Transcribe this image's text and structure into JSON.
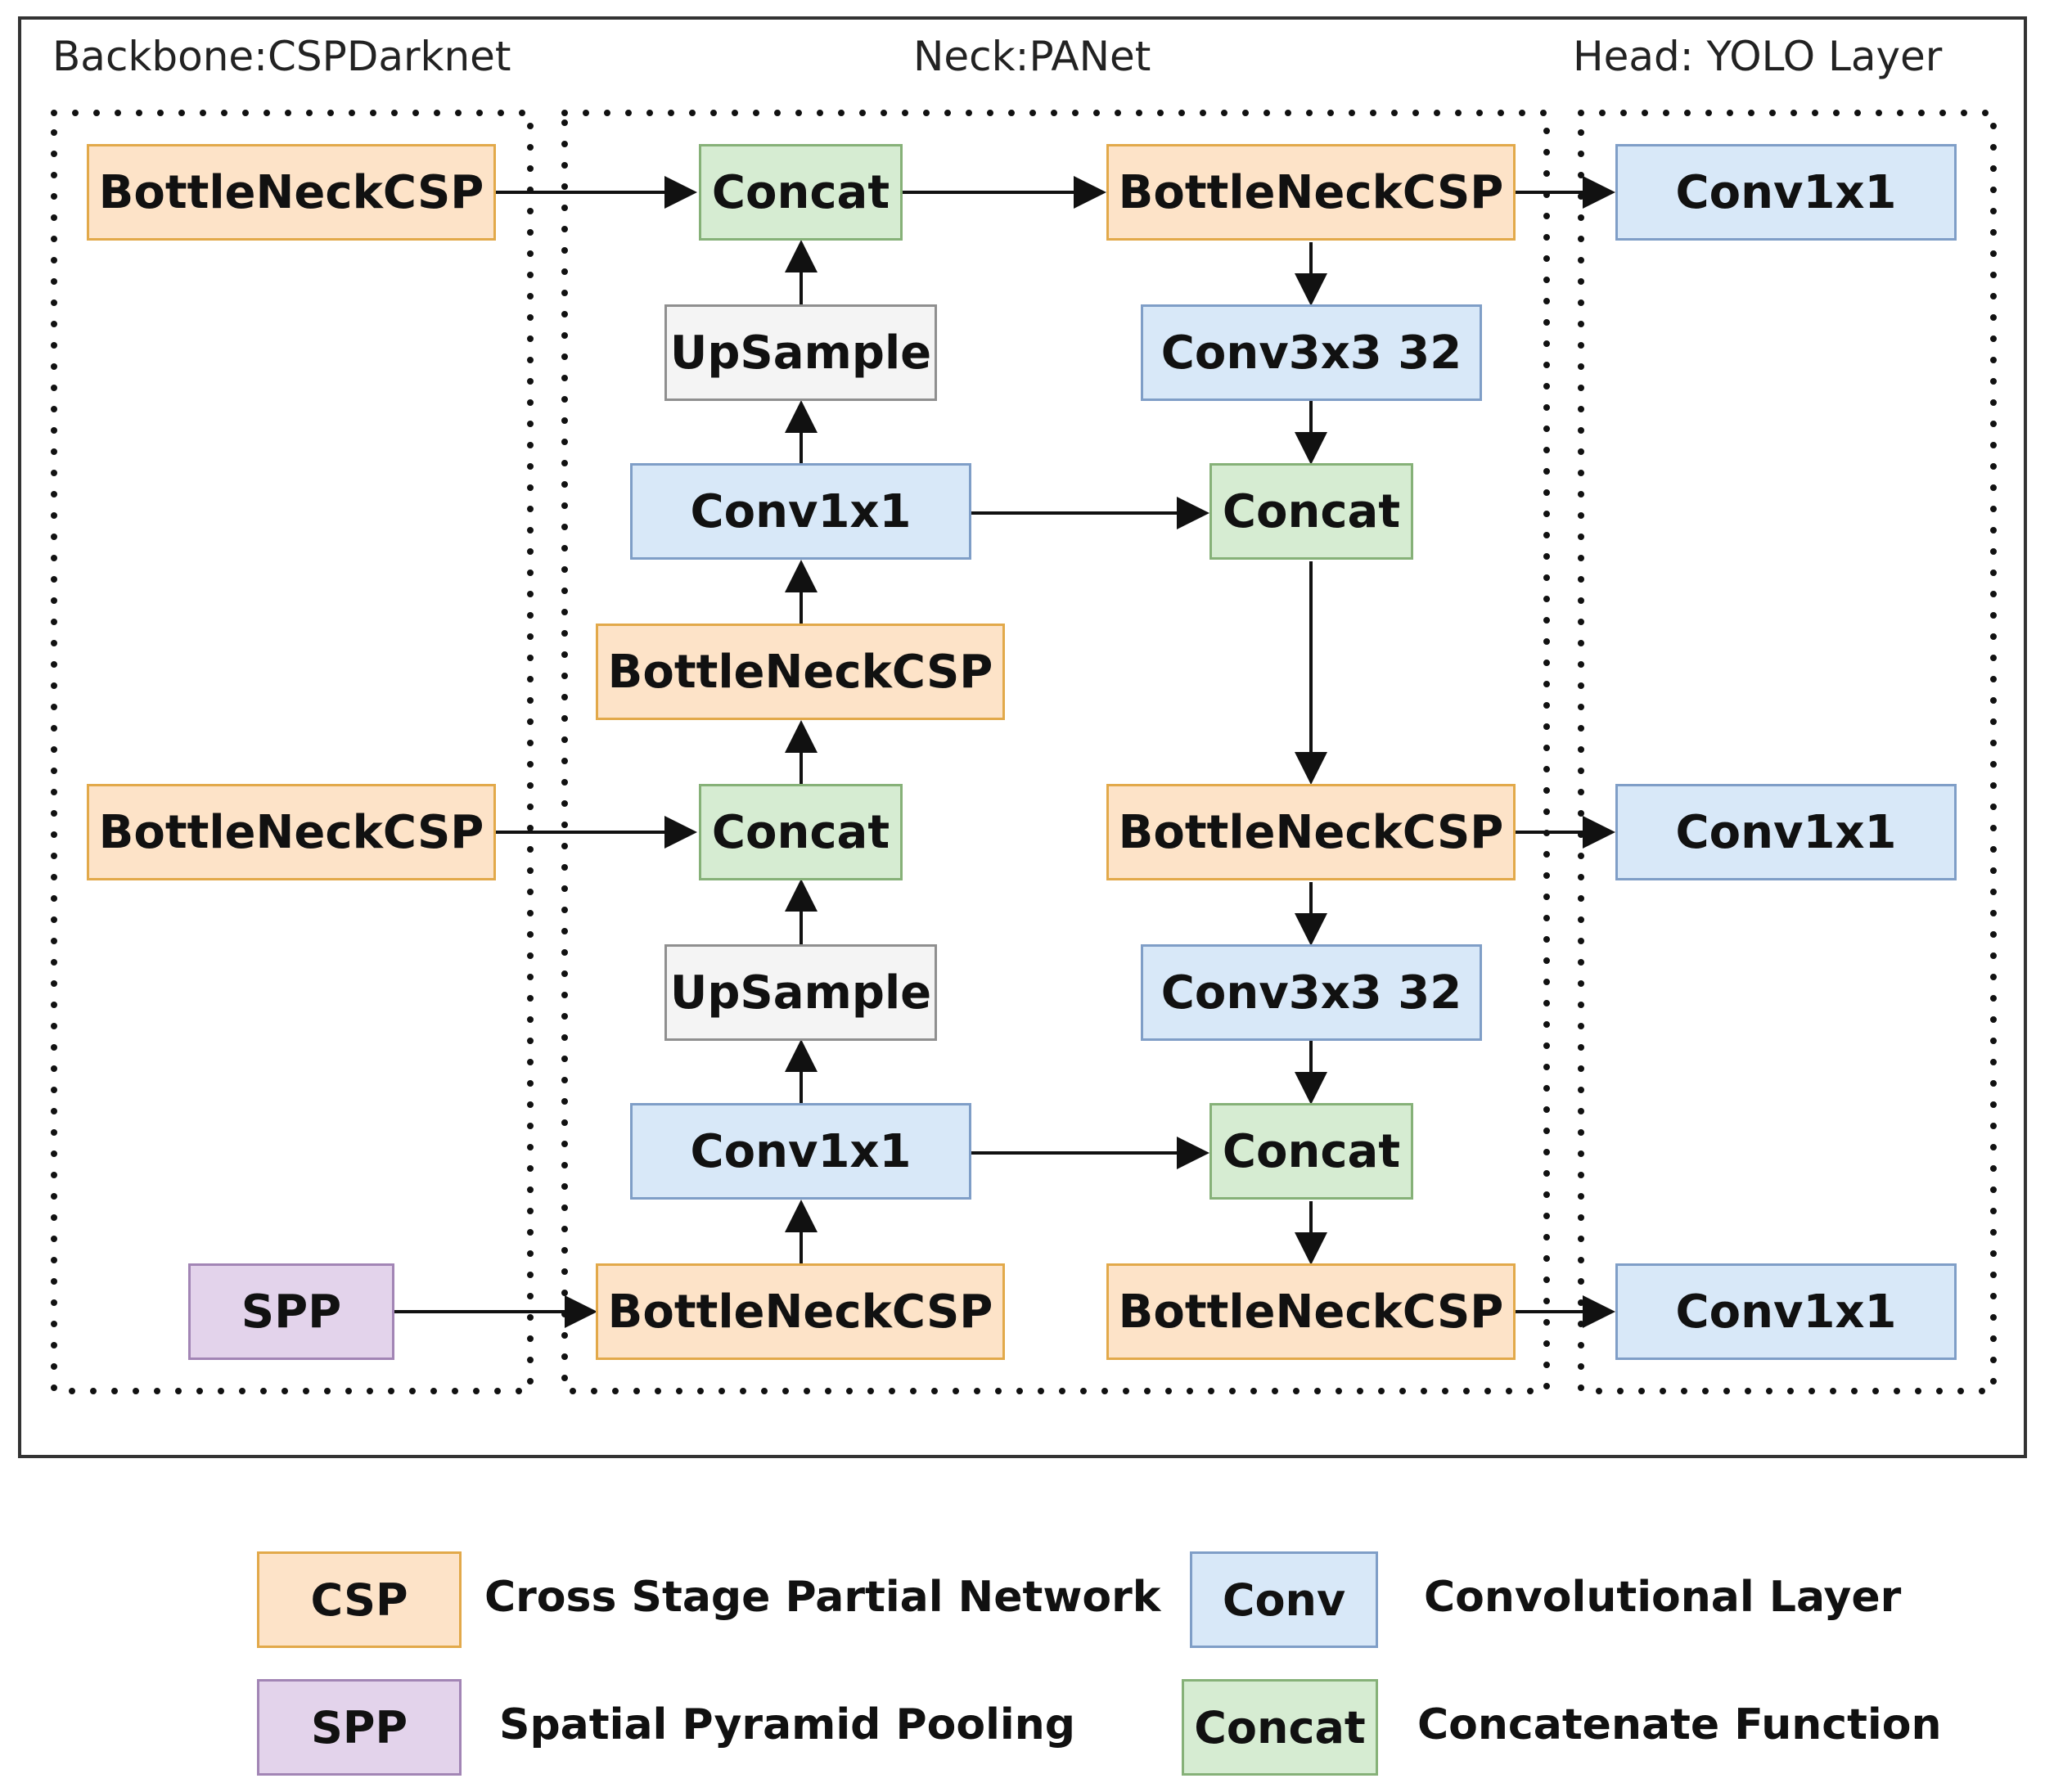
{
  "sections": {
    "backbone": "Backbone:CSPDarknet",
    "neck": "Neck:PANet",
    "head": "Head: YOLO Layer"
  },
  "nodes": {
    "bb_csp1": "BottleNeckCSP",
    "bb_csp2": "BottleNeckCSP",
    "bb_spp": "SPP",
    "nl_concat1": "Concat",
    "nl_upsample1": "UpSample",
    "nl_conv1": "Conv1x1",
    "nl_csp1": "BottleNeckCSP",
    "nl_concat2": "Concat",
    "nl_upsample2": "UpSample",
    "nl_conv2": "Conv1x1",
    "nl_csp2": "BottleNeckCSP",
    "nr_csp1": "BottleNeckCSP",
    "nr_conv1": "Conv3x3 32",
    "nr_concat1": "Concat",
    "nr_csp2": "BottleNeckCSP",
    "nr_conv2": "Conv3x3 32",
    "nr_concat2": "Concat",
    "nr_csp3": "BottleNeckCSP",
    "head_conv1": "Conv1x1",
    "head_conv2": "Conv1x1",
    "head_conv3": "Conv1x1"
  },
  "legend": [
    {
      "key": "CSP",
      "label": "Cross Stage Partial Network"
    },
    {
      "key": "SPP",
      "label": "Spatial Pyramid Pooling"
    },
    {
      "key": "Conv",
      "label": "Convolutional Layer"
    },
    {
      "key": "Concat",
      "label": "Concatenate Function"
    }
  ],
  "colors": {
    "csp_fill": "#fde3c8",
    "csp_border": "#e2a94a",
    "conv_fill": "#d8e8f8",
    "conv_border": "#7f9ec7",
    "concat_fill": "#d6ecd2",
    "concat_border": "#86b178",
    "upsample_fill": "#f4f4f4",
    "upsample_border": "#8f8f8f",
    "spp_fill": "#e3d3eb",
    "spp_border": "#a285b5"
  }
}
